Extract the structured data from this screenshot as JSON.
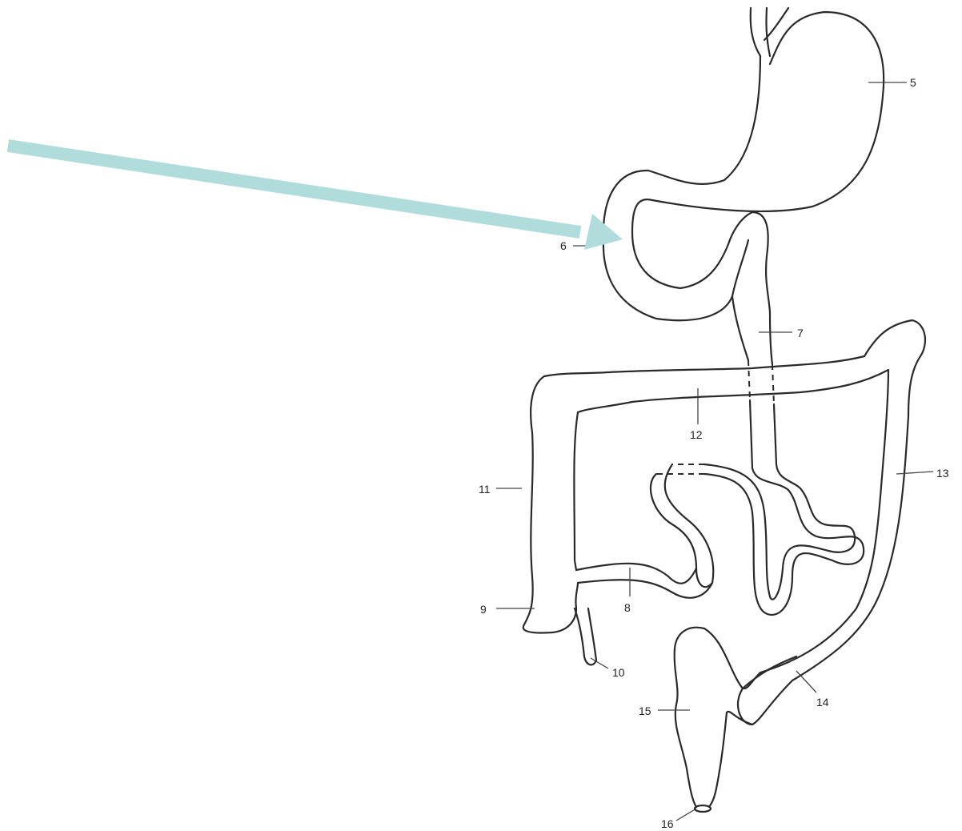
{
  "labels": {
    "l5": "5",
    "l6": "6",
    "l7": "7",
    "l8": "8",
    "l9": "9",
    "l10": "10",
    "l11": "11",
    "l12": "12",
    "l13": "13",
    "l14": "14",
    "l15": "15",
    "l16": "16"
  },
  "colors": {
    "arrow": "#b0dcdc",
    "outline": "#2a2a2a"
  }
}
